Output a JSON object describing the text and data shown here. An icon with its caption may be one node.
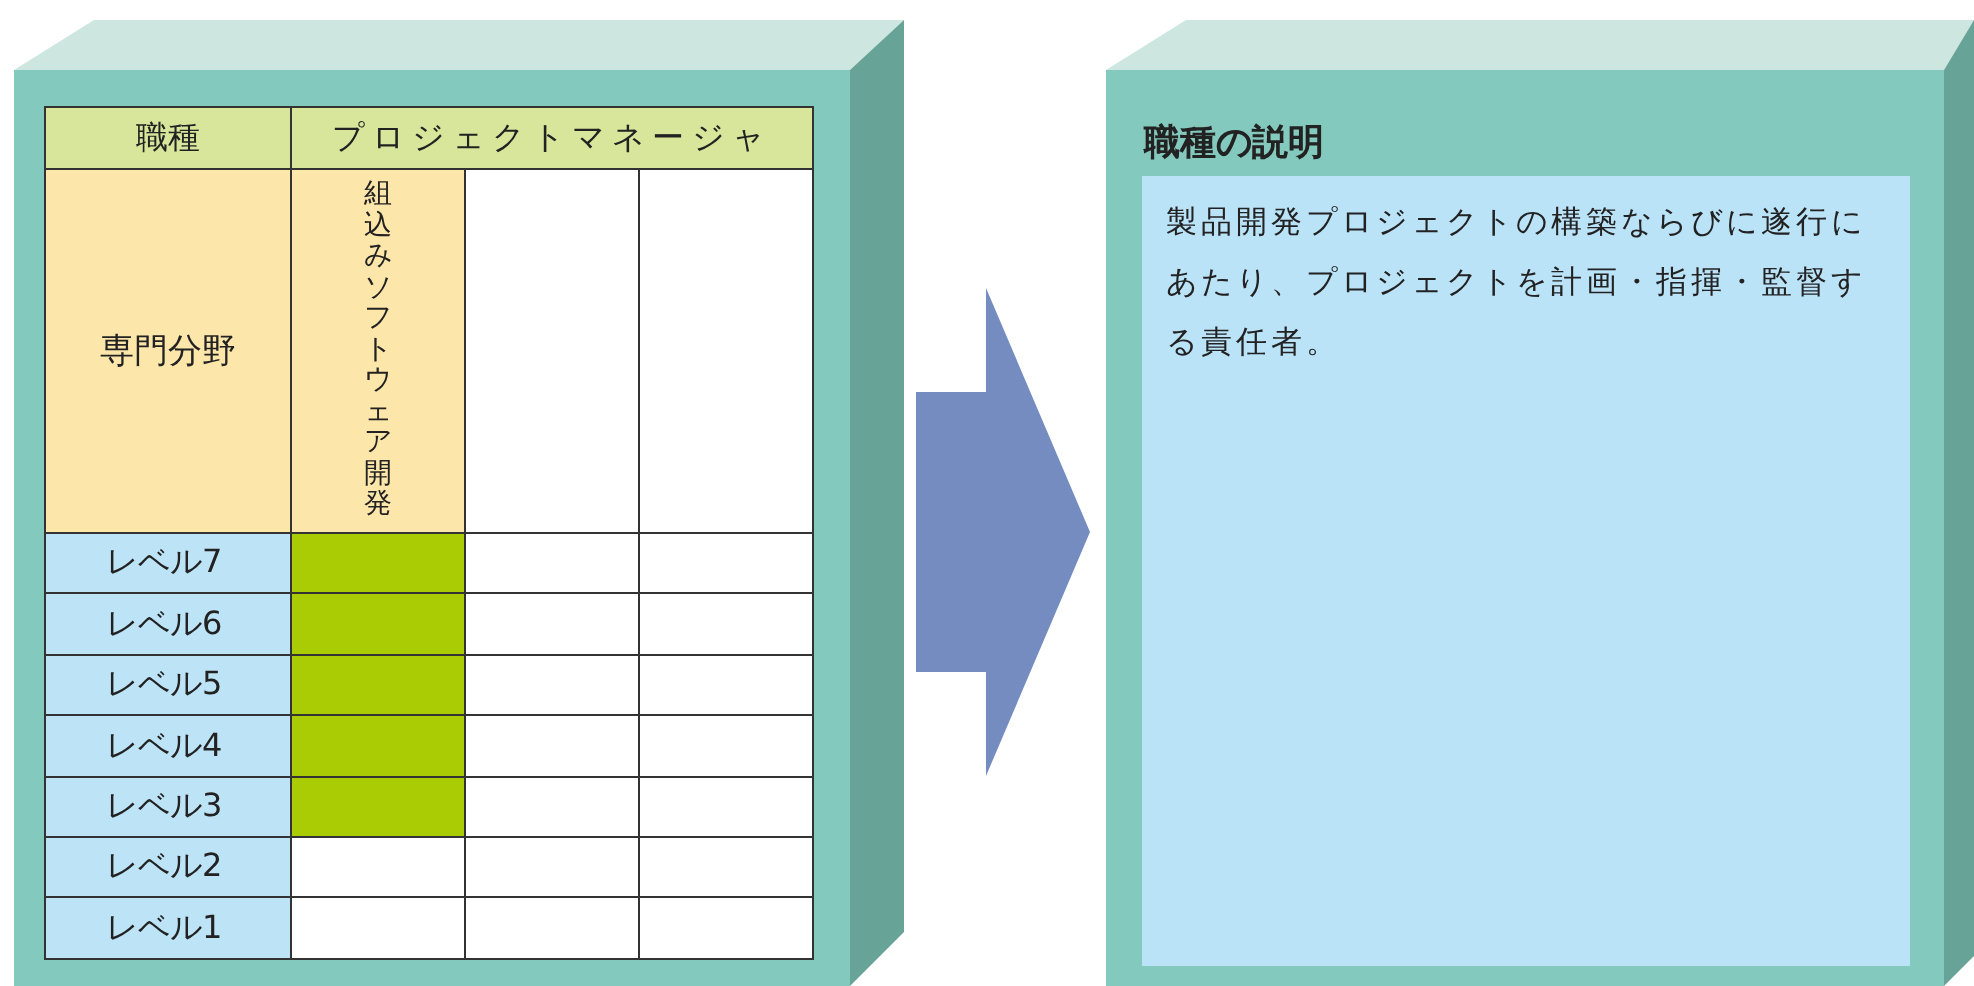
{
  "diagram": {
    "nodes": [
      {
        "text": [],
        "shape": "box"
      },
      {
        "text": [
          "職種の説明",
          "製品開発プロジェクトの構築ならびに遂行にあたり、プロジェクトを計画・指揮・監督する責任者。"
        ]
      }
    ],
    "edges": [
      {
        "from": 0,
        "to": 1,
        "arrow": "to"
      }
    ],
    "labels": [
      "職種",
      "プロジェクトマネージャ",
      "専門分野",
      "組込みソフトウェア開発",
      "レベル7",
      "レベル6",
      "レベル5",
      "レベル4",
      "レベル3",
      "レベル2",
      "レベル1"
    ]
  }
}
